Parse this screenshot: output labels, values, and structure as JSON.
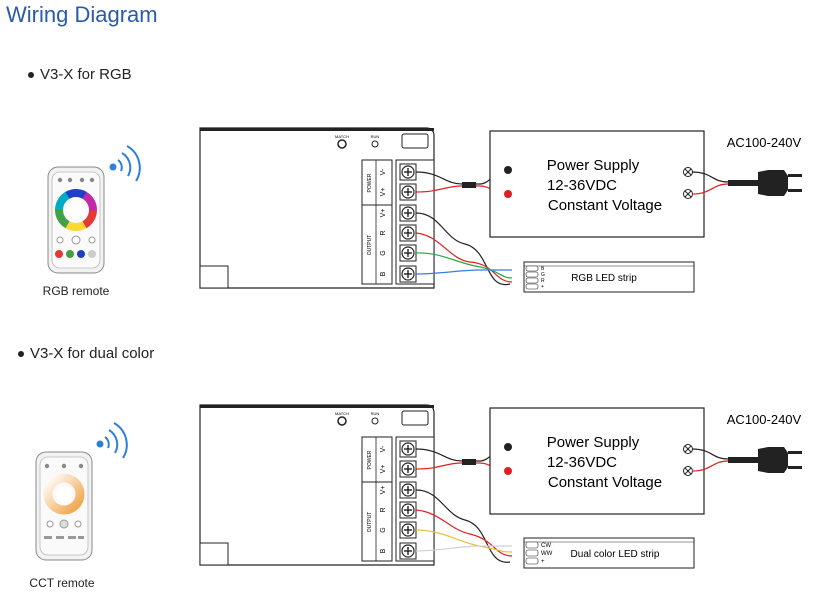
{
  "title": "Wiring Diagram",
  "sections": [
    {
      "heading": "V3-X for RGB",
      "remote_label": "RGB remote",
      "strip_label": "RGB LED strip",
      "strip_pins": [
        "B",
        "G",
        "R",
        "+"
      ]
    },
    {
      "heading": "V3-X for dual color",
      "remote_label": "CCT remote",
      "strip_label": "Dual color LED strip",
      "strip_pins": [
        "CW",
        "WW",
        "+"
      ]
    }
  ],
  "controller": {
    "button_labels": [
      "MATCH",
      "RUN"
    ],
    "power_group": "POWER",
    "output_group": "OUTPUT",
    "terminals": [
      "V-",
      "V+",
      "V+",
      "R",
      "G",
      "B"
    ]
  },
  "power_supply": {
    "line1": "Power Supply",
    "line2": "12-36VDC",
    "line3": "Constant Voltage"
  },
  "ac_label": "AC100-240V",
  "colors": {
    "title": "#2a5aa8",
    "remote_wifi": "#2f7fd8",
    "wire_red": "#e02020",
    "wire_green": "#2aa84a",
    "wire_blue": "#3a7be0",
    "wire_yellow": "#e8c040"
  }
}
